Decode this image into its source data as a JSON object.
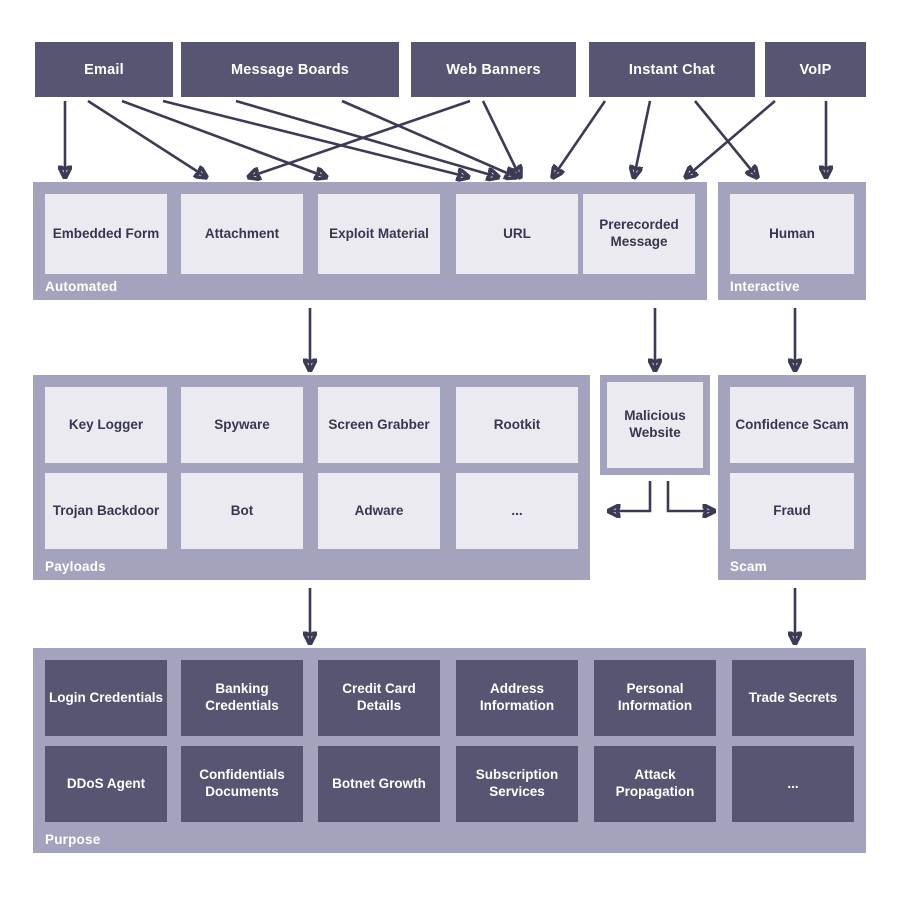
{
  "diagram": {
    "title": "Attack vector to payload to purpose flow",
    "colors": {
      "source_box": "#565672",
      "group_background": "#a3a3bd",
      "item_light": "#ebeaf0",
      "item_dark": "#565672",
      "text_dark": "#373750",
      "text_light": "#ffffff",
      "arrow": "#3b3b55",
      "page_background": "#ffffff"
    }
  },
  "sources": [
    {
      "label": "Email"
    },
    {
      "label": "Message Boards"
    },
    {
      "label": "Web Banners"
    },
    {
      "label": "Instant Chat"
    },
    {
      "label": "VoIP"
    }
  ],
  "groups": {
    "automated": {
      "label": "Automated",
      "items": [
        {
          "label": "Embedded Form"
        },
        {
          "label": "Attachment"
        },
        {
          "label": "Exploit Material"
        },
        {
          "label": "URL"
        },
        {
          "label": "Prerecorded Message"
        }
      ]
    },
    "interactive": {
      "label": "Interactive",
      "items": [
        {
          "label": "Human"
        }
      ]
    },
    "payloads": {
      "label": "Payloads",
      "items": [
        {
          "label": "Key Logger"
        },
        {
          "label": "Spyware"
        },
        {
          "label": "Screen Grabber"
        },
        {
          "label": "Rootkit"
        },
        {
          "label": "Trojan Backdoor"
        },
        {
          "label": "Bot"
        },
        {
          "label": "Adware"
        },
        {
          "label": "..."
        }
      ]
    },
    "malicious": {
      "label": "",
      "items": [
        {
          "label": "Malicious Website"
        }
      ]
    },
    "scam": {
      "label": "Scam",
      "items": [
        {
          "label": "Confidence Scam"
        },
        {
          "label": "Fraud"
        }
      ]
    },
    "purpose": {
      "label": "Purpose",
      "items": [
        {
          "label": "Login Credentials"
        },
        {
          "label": "Banking Credentials"
        },
        {
          "label": "Credit Card Details"
        },
        {
          "label": "Address Information"
        },
        {
          "label": "Personal Information"
        },
        {
          "label": "Trade Secrets"
        },
        {
          "label": "DDoS Agent"
        },
        {
          "label": "Confidentials Documents"
        },
        {
          "label": "Botnet Growth"
        },
        {
          "label": "Subscription Services"
        },
        {
          "label": "Attack Propagation"
        },
        {
          "label": "..."
        }
      ]
    }
  }
}
